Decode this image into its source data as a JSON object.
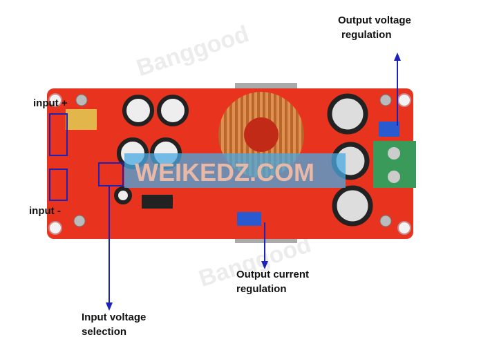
{
  "labels": {
    "input_plus": "input +",
    "input_minus": "input -",
    "output_voltage_line1": "Output voltage",
    "output_voltage_line2": "regulation",
    "output_current_line1": "Output current",
    "output_current_line2": "regulation",
    "input_voltage_line1": "Input voltage",
    "input_voltage_line2": "selection"
  },
  "watermarks": {
    "banggood": "Banggood",
    "site": "WEIKEDZ.COM"
  },
  "colors": {
    "board": "#e8341f",
    "annotation": "#1a22b8",
    "watermark_band": "#4aa8e0"
  }
}
